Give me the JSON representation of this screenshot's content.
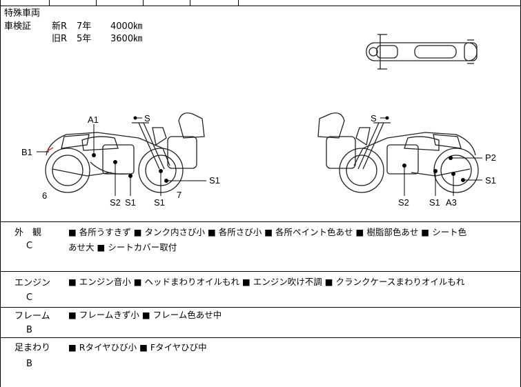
{
  "header": {
    "special_vehicle": "特殊車両",
    "inspection_label": "車検証",
    "new_rule": "新R",
    "new_years": "7年",
    "new_value": "4000",
    "new_unit": "㎞",
    "old_rule": "旧R",
    "old_years": "5年",
    "old_value": "3600",
    "old_unit": "㎞"
  },
  "left_labels": {
    "a1": "A1",
    "s_top": "S",
    "b1": "B1",
    "six": "6",
    "s2": "S2",
    "s1a": "S1",
    "s1b": "S1",
    "s1c": "S1",
    "seven": "7"
  },
  "right_labels": {
    "s_top": "S",
    "p2": "P2",
    "s1": "S1",
    "s2": "S2",
    "s1b": "S1",
    "a3": "A3"
  },
  "sections": [
    {
      "title": "外　観",
      "grade": "C",
      "lines": [
        "■ 各所うすきず ■ タンク内さび小 ■ 各所さび小 ■ 各所ペイント色あせ ■ 樹脂部色あせ ■ シート色",
        "あせ大 ■ シートカバー取付"
      ]
    },
    {
      "title": "エンジン",
      "grade": "C",
      "lines": [
        "■ エンジン音小 ■ ヘッドまわりオイルもれ ■ エンジン吹け不調 ■ クランクケースまわりオイルもれ"
      ]
    },
    {
      "title": "フレーム",
      "grade": "B",
      "lines": [
        "■ フレームきず小 ■ フレーム色あせ中"
      ]
    },
    {
      "title": "足まわり",
      "grade": "B",
      "lines": [
        "■ Rタイヤひび小 ■ Fタイヤひび中"
      ]
    }
  ]
}
